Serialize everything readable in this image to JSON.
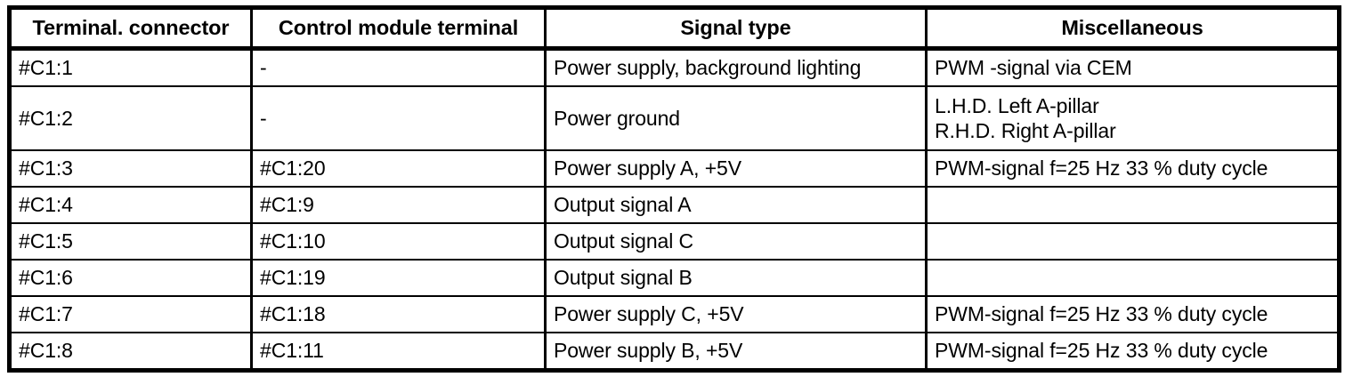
{
  "table": {
    "columns": [
      "Terminal. connector",
      "Control module terminal",
      "Signal type",
      "Miscellaneous"
    ],
    "rows": [
      {
        "terminal": "#C1:1",
        "control": "-",
        "signal": "Power supply, background lighting",
        "misc": "PWM -signal via CEM",
        "misc_line2": ""
      },
      {
        "terminal": "#C1:2",
        "control": "-",
        "signal": "Power ground",
        "misc": "L.H.D. Left A-pillar",
        "misc_line2": "R.H.D. Right A-pillar"
      },
      {
        "terminal": "#C1:3",
        "control": "#C1:20",
        "signal": "Power supply A, +5V",
        "misc": "PWM-signal f=25 Hz 33 % duty cycle",
        "misc_line2": ""
      },
      {
        "terminal": "#C1:4",
        "control": "#C1:9",
        "signal": "Output signal A",
        "misc": "",
        "misc_line2": ""
      },
      {
        "terminal": "#C1:5",
        "control": "#C1:10",
        "signal": "Output signal C",
        "misc": "",
        "misc_line2": ""
      },
      {
        "terminal": "#C1:6",
        "control": "#C1:19",
        "signal": "Output signal B",
        "misc": "",
        "misc_line2": ""
      },
      {
        "terminal": "#C1:7",
        "control": "#C1:18",
        "signal": "Power supply C, +5V",
        "misc": "PWM-signal f=25 Hz 33 % duty cycle",
        "misc_line2": ""
      },
      {
        "terminal": "#C1:8",
        "control": "#C1:11",
        "signal": "Power supply B, +5V",
        "misc": "PWM-signal f=25 Hz 33 % duty cycle",
        "misc_line2": ""
      }
    ]
  },
  "colors": {
    "border": "#000000",
    "background": "#ffffff",
    "text": "#000000"
  }
}
